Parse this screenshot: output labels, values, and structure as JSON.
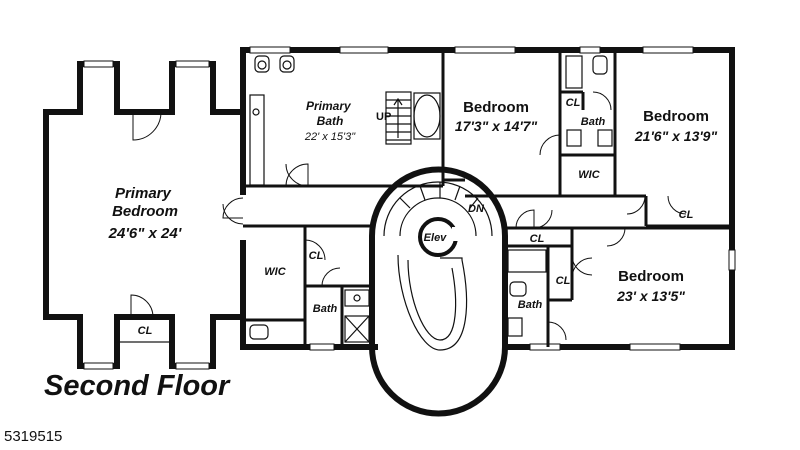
{
  "floor_title": "Second Floor",
  "listing_id": "5319515",
  "rooms": {
    "primary_bedroom": {
      "name": "Primary Bedroom",
      "dims": "24'6\" x 24'"
    },
    "primary_bath": {
      "name": "Primary Bath",
      "dims": "22' x 15'3\""
    },
    "bedroom_a": {
      "name": "Bedroom",
      "dims": "17'3\" x 14'7\""
    },
    "bedroom_b": {
      "name": "Bedroom",
      "dims": "21'6\" x 13'9\""
    },
    "bedroom_c": {
      "name": "Bedroom",
      "dims": "23' x 13'5\""
    }
  },
  "labels": {
    "up": "UP",
    "dn": "DN",
    "elev": "Elev",
    "cl": "CL",
    "wic": "WIC",
    "bath": "Bath"
  }
}
